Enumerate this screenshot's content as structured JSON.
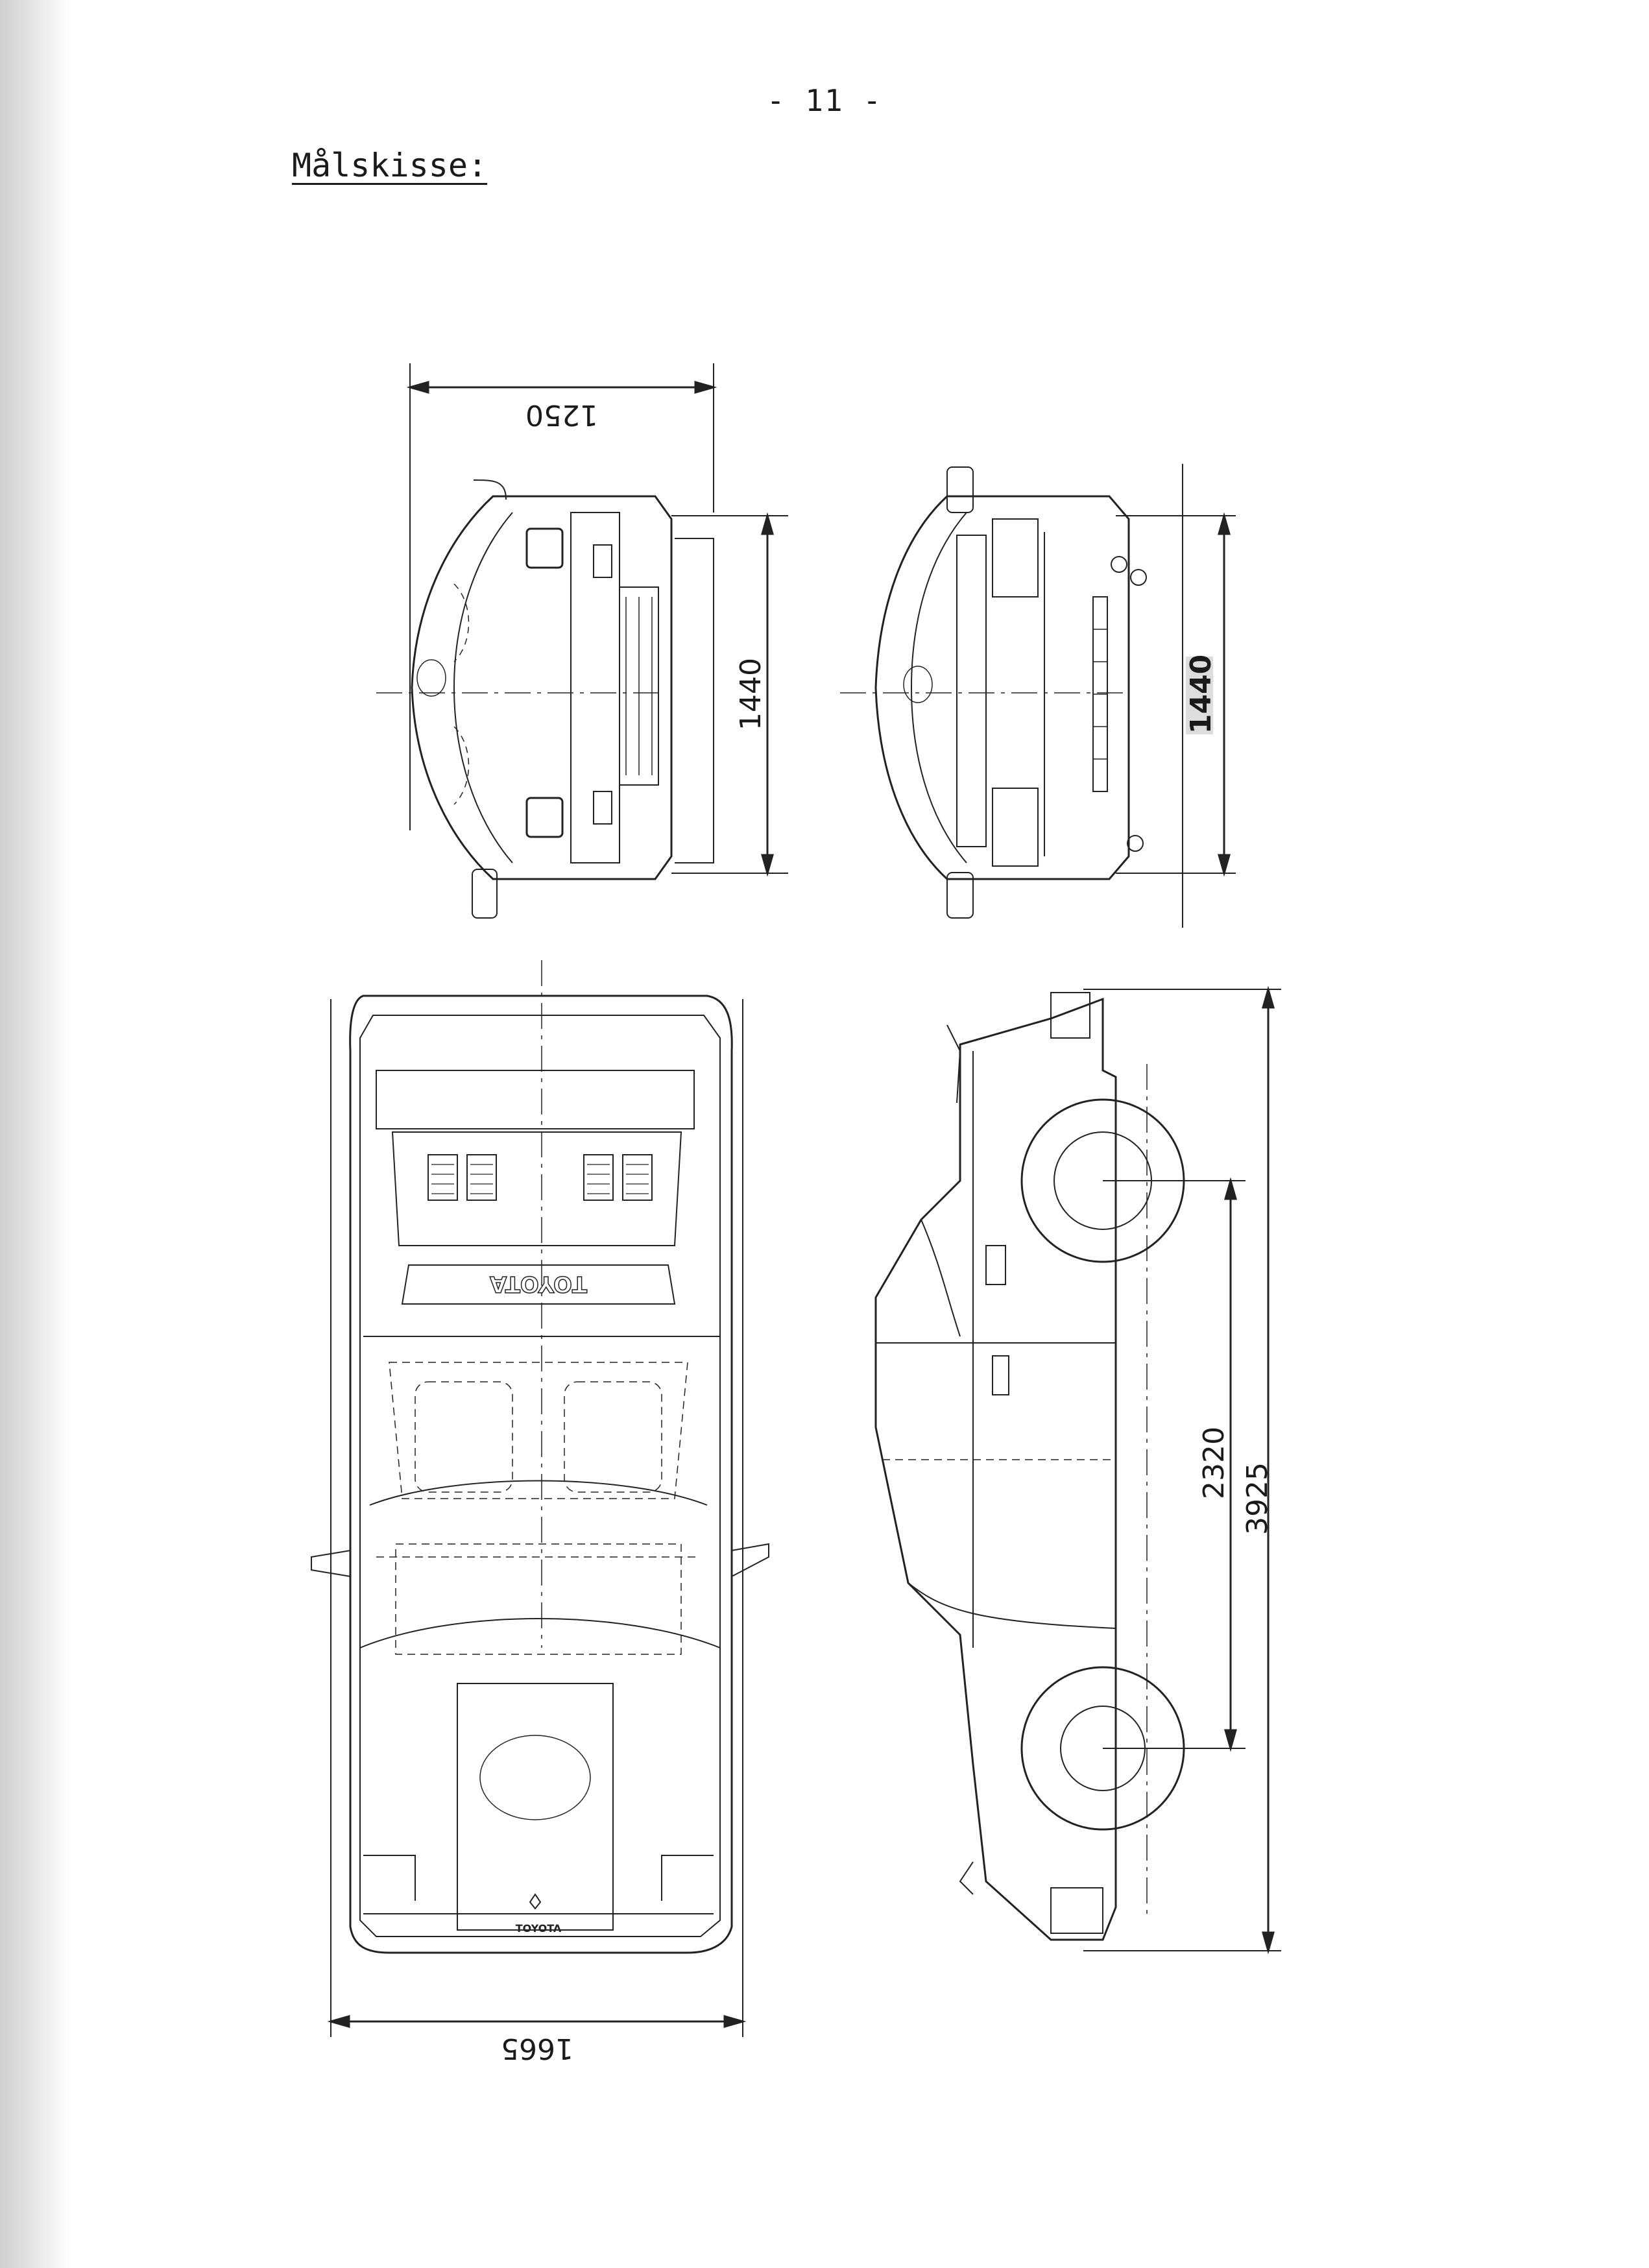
{
  "page": {
    "page_number": "- 11 -",
    "heading": "Målskisse:"
  },
  "dimensions": {
    "front_track": "1250",
    "front_height": "1440",
    "rear_height": "1440",
    "overall_width": "1665",
    "wheelbase": "2320",
    "overall_length": "3925"
  },
  "badges": {
    "top_view_rear": "TOYOTA",
    "top_view_front": "TOYOTA"
  }
}
